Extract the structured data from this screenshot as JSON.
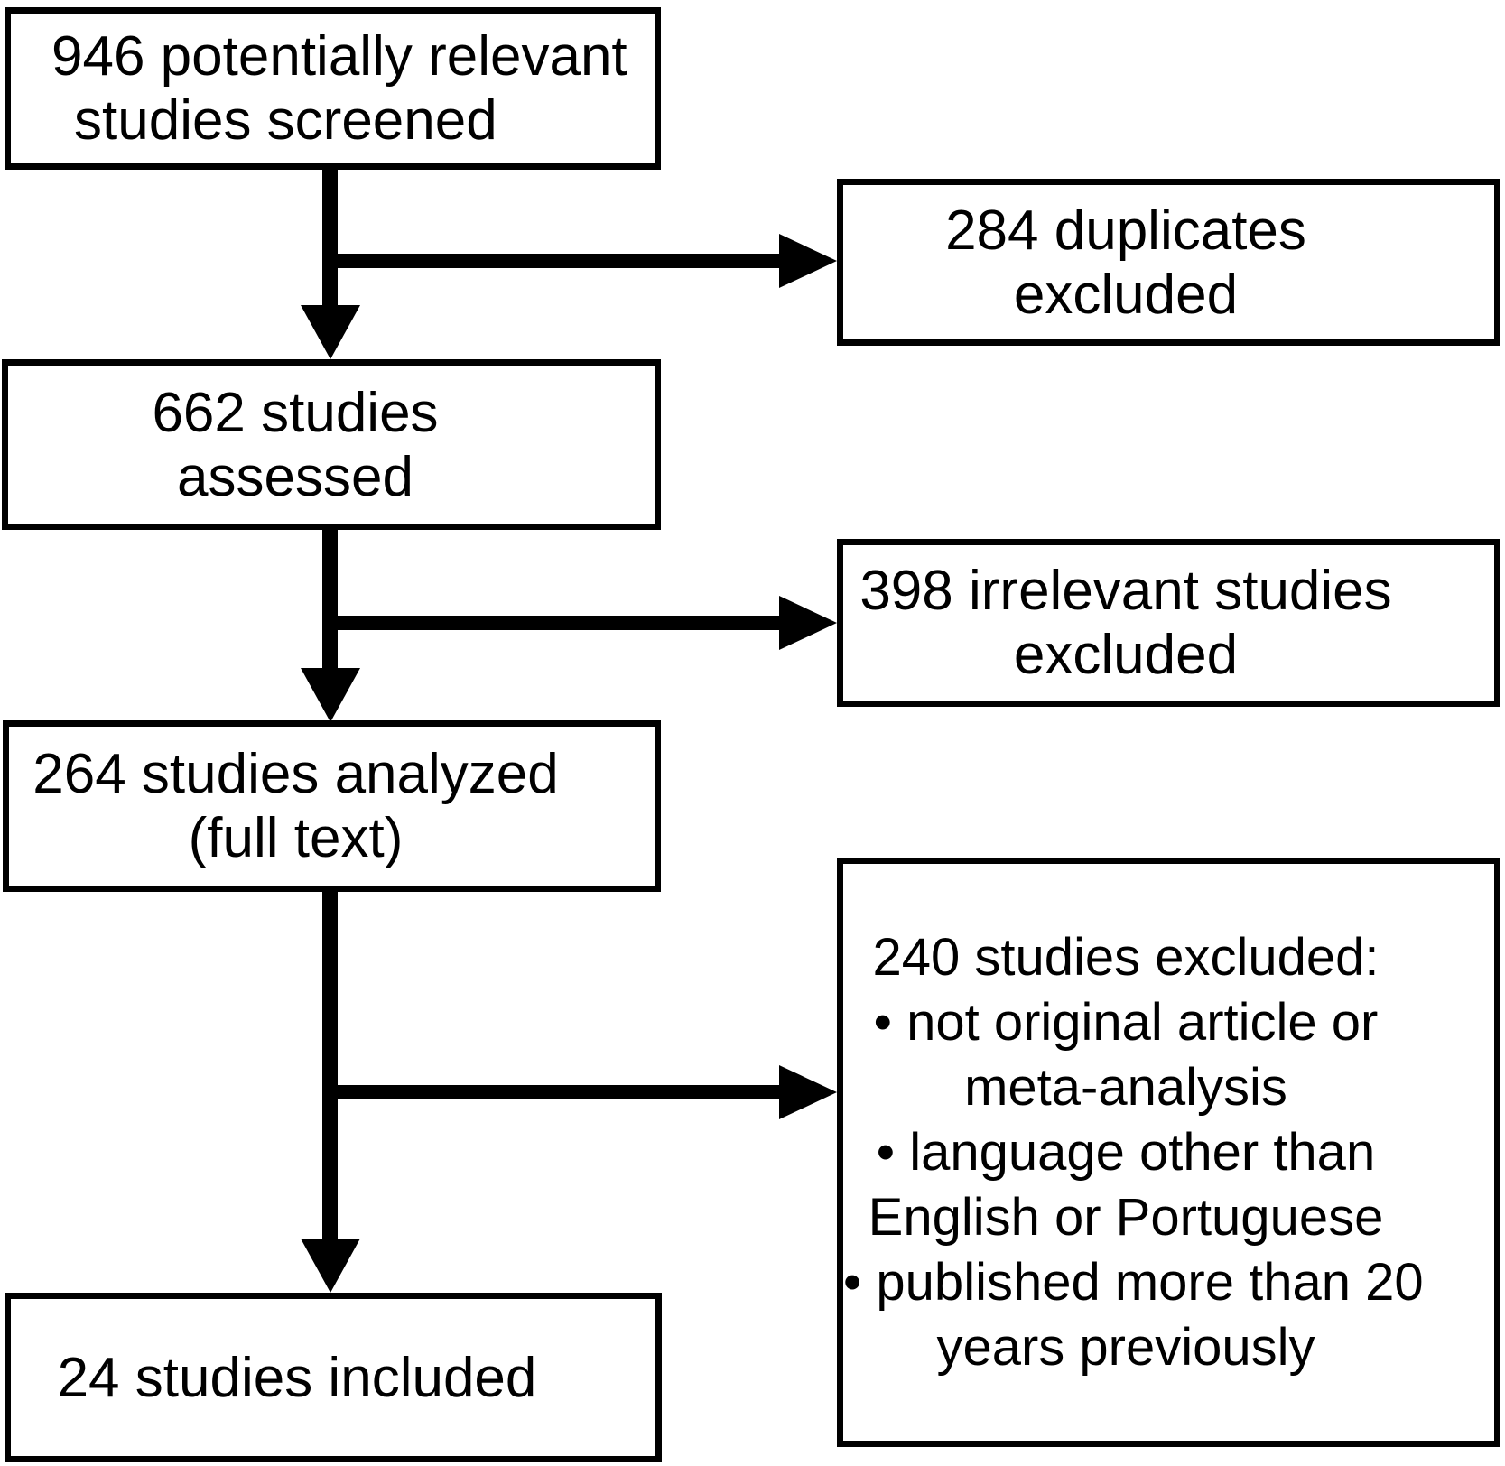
{
  "flowchart": {
    "colors": {
      "box_border": "#000000",
      "box_background": "#ffffff",
      "text": "#000000",
      "arrow": "#000000"
    },
    "nodes": {
      "screened": {
        "lines": [
          "946 potentially relevant",
          "studies screened"
        ]
      },
      "duplicates": {
        "lines": [
          "284 duplicates",
          "excluded"
        ]
      },
      "assessed": {
        "lines": [
          "662 studies",
          "assessed"
        ]
      },
      "irrelevant": {
        "lines": [
          "398 irrelevant studies",
          "excluded"
        ]
      },
      "analyzed": {
        "lines": [
          "264 studies analyzed",
          "(full text)"
        ]
      },
      "excluded": {
        "lines": [
          "240 studies excluded:",
          "• not original article or",
          "meta-analysis",
          "• language other than",
          "English or Portuguese",
          "• published more than 20",
          "years previously"
        ]
      },
      "included": {
        "lines": [
          "24 studies included"
        ]
      }
    }
  }
}
